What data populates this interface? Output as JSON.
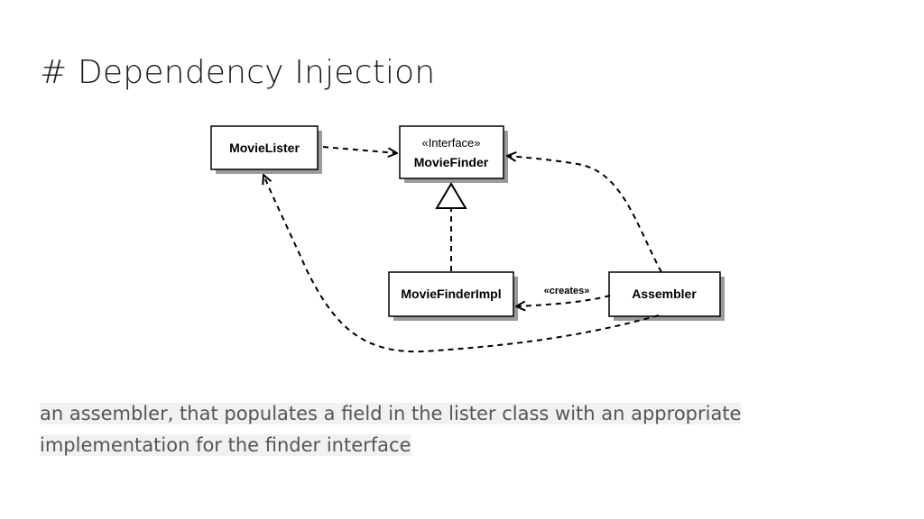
{
  "slide": {
    "title": "# Dependency Injection",
    "caption": "an assembler, that populates a field in the lister class with an appropriate implementation for the finder interface"
  },
  "diagram": {
    "classes": {
      "movie_lister": "MovieLister",
      "movie_finder_stereotype": "«Interface»",
      "movie_finder": "MovieFinder",
      "movie_finder_impl": "MovieFinderImpl",
      "assembler": "Assembler"
    },
    "relations": {
      "creates_label": "«creates»"
    }
  }
}
